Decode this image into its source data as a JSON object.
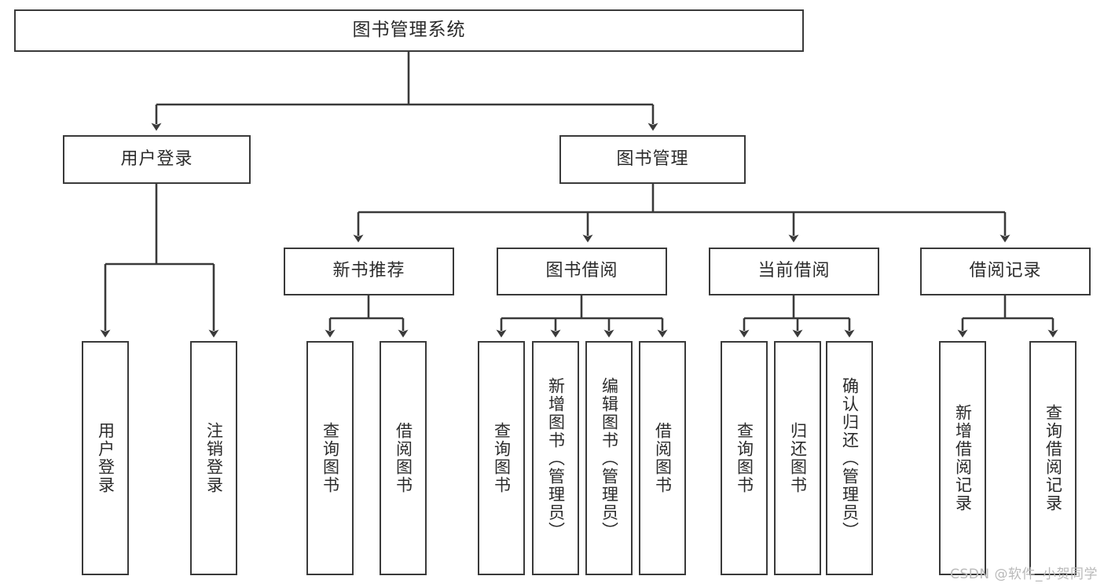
{
  "diagram": {
    "title": "图书管理系统",
    "type": "hierarchy-tree",
    "root": {
      "label": "图书管理系统"
    },
    "level1": [
      {
        "label": "用户登录"
      },
      {
        "label": "图书管理"
      }
    ],
    "level2": [
      {
        "label": "新书推荐"
      },
      {
        "label": "图书借阅"
      },
      {
        "label": "当前借阅"
      },
      {
        "label": "借阅记录"
      }
    ],
    "leaves": {
      "user_login": [
        {
          "label": "用户登录"
        },
        {
          "label": "注销登录"
        }
      ],
      "new_book_recommend": [
        {
          "label": "查询图书"
        },
        {
          "label": "借阅图书"
        }
      ],
      "book_borrow": [
        {
          "label": "查询图书"
        },
        {
          "label": "新增图书（管理员）"
        },
        {
          "label": "编辑图书（管理员）"
        },
        {
          "label": "借阅图书"
        }
      ],
      "current_borrow": [
        {
          "label": "查询图书"
        },
        {
          "label": "归还图书"
        },
        {
          "label": "确认归还（管理员）"
        }
      ],
      "borrow_record": [
        {
          "label": "新增借阅记录"
        },
        {
          "label": "查询借阅记录"
        }
      ]
    }
  },
  "watermark": {
    "text": "CSDN @软件_小贺同学"
  },
  "colors": {
    "stroke": "#3a3a3a",
    "text": "#2b2b2b",
    "background": "#ffffff",
    "watermark": "#b9b9b9"
  }
}
